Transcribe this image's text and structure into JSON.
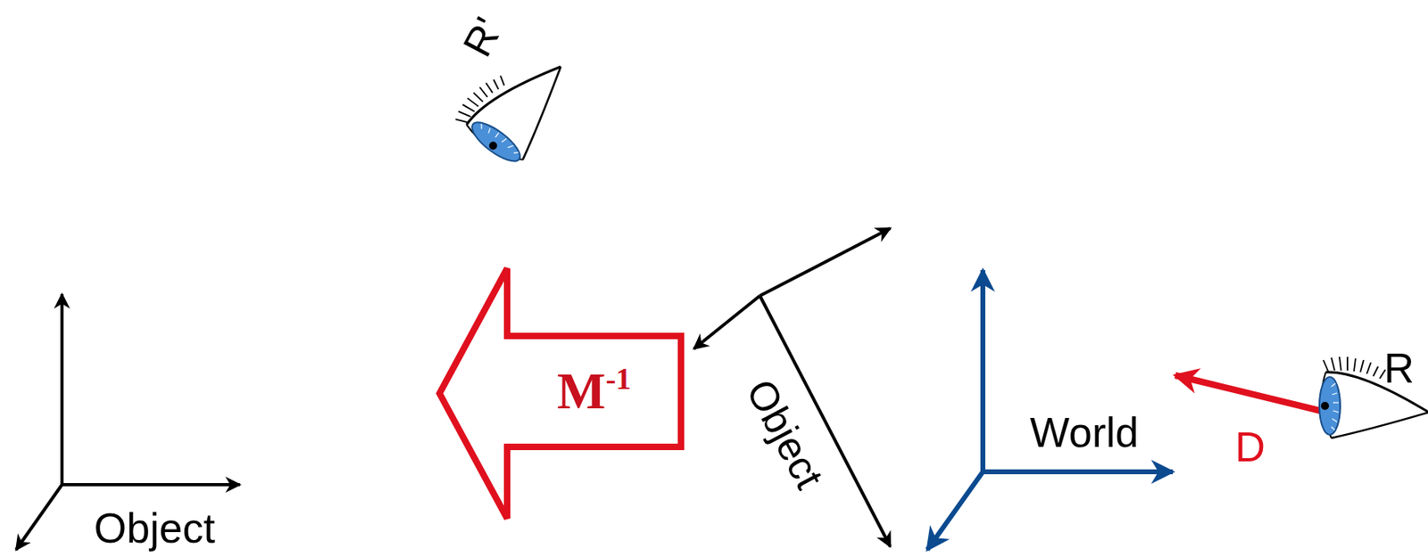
{
  "diagram": {
    "nodes": [
      {
        "text": [
          "M",
          "-1"
        ]
      }
    ],
    "labels": [
      "R'",
      "Object",
      "World",
      "D",
      "R",
      "Object"
    ]
  }
}
